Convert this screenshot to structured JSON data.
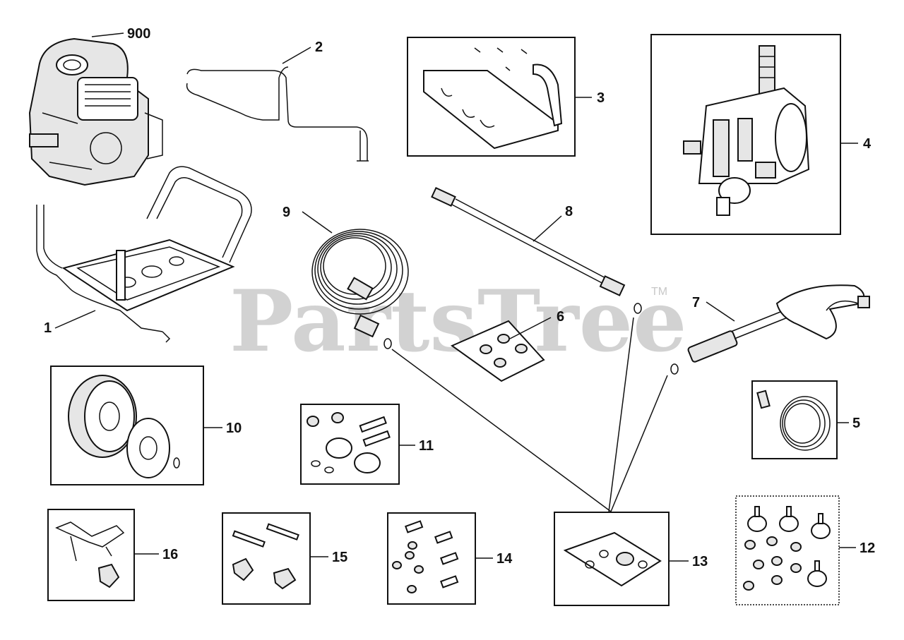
{
  "watermark": {
    "text": "PartsTree",
    "trademark": "TM"
  },
  "callouts": {
    "c900": "900",
    "c1": "1",
    "c2": "2",
    "c3": "3",
    "c4": "4",
    "c5": "5",
    "c6": "6",
    "c7": "7",
    "c8": "8",
    "c9": "9",
    "c10": "10",
    "c11": "11",
    "c12": "12",
    "c13": "13",
    "c14": "14",
    "c15": "15",
    "c16": "16"
  }
}
